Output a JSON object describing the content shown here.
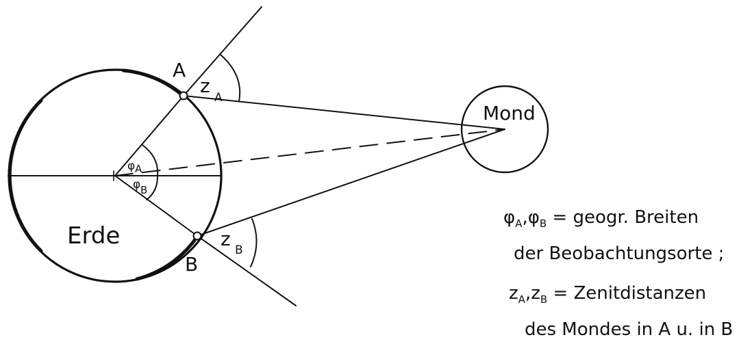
{
  "labels": {
    "earth": "Erde",
    "moon": "Mond",
    "point_a": "A",
    "point_b": "B",
    "zenith_a": {
      "symbol": "z",
      "sub": "A"
    },
    "zenith_b": {
      "symbol": "z",
      "sub": "B"
    },
    "lat_a": {
      "symbol": "φ",
      "sub": "A"
    },
    "lat_b": {
      "symbol": "φ",
      "sub": "B"
    }
  },
  "legend": {
    "line1": {
      "phi": "φ",
      "a": "A",
      "sep": ",",
      "b": "B",
      "text": " = geogr. Breiten"
    },
    "line2": "der Beobachtungsorte ;",
    "line3": {
      "z": "z",
      "a": "A",
      "sep": ",",
      "b": "B",
      "text": " = Zenitdistanzen"
    },
    "line4": "des Mondes in A u. in B"
  },
  "colors": {
    "ink": "#111111",
    "paper": "#ffffff"
  }
}
